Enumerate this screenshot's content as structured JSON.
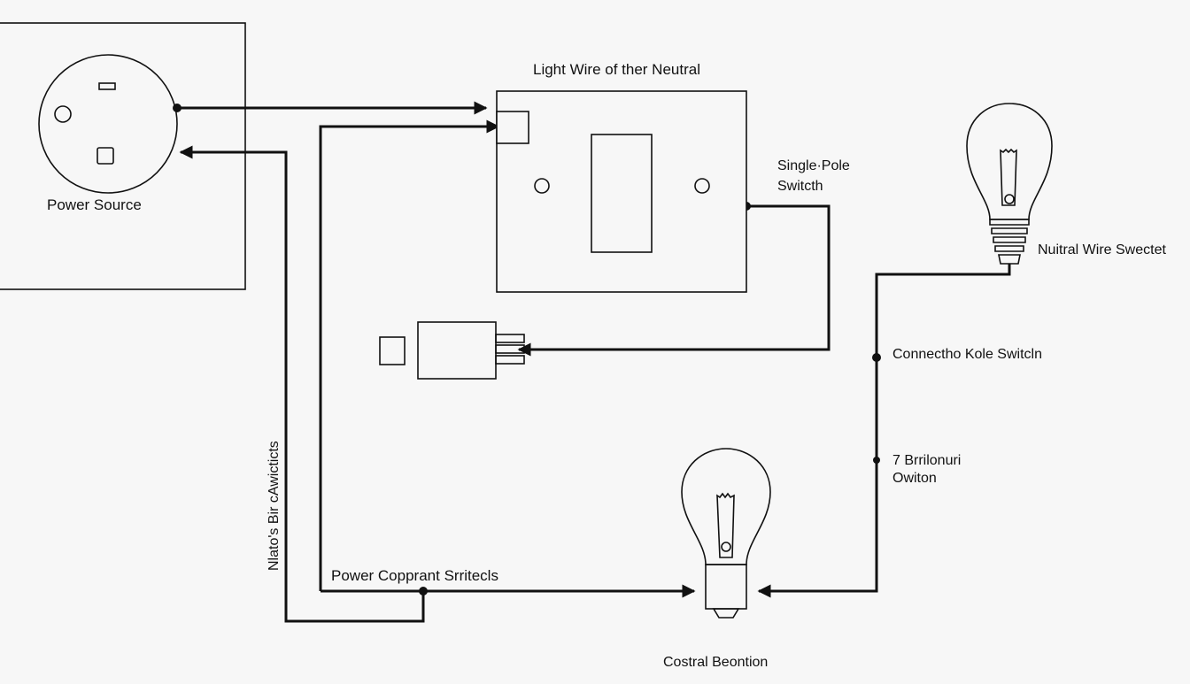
{
  "labels": {
    "power_source": "Power Source",
    "top_title": "Light Wire of ther Neutral",
    "switch_line1": "Single·Pole",
    "switch_line2": "Switcth",
    "neutral_right": "Nuitral Wire Swectet",
    "connectro": "Connectho Kole Switcln",
    "brilonuri_line1": "7 Brrilonuri",
    "brilonuri_line2": "Owiton",
    "vertical_left": "Nlato's Bir  cAwicticts",
    "power_copprant": "Power Copprant Srritecls",
    "bottom": "Costral Beontion"
  },
  "colors": {
    "background": "#f7f7f7",
    "ink": "#111111"
  }
}
